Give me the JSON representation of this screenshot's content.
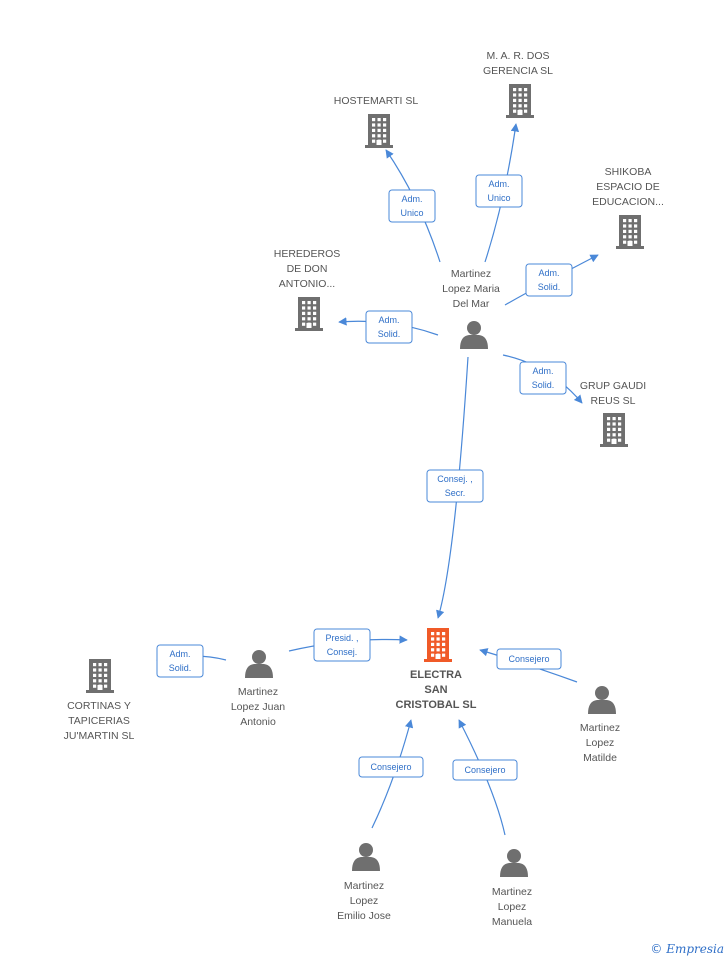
{
  "colors": {
    "edge": "#4a88d8",
    "node_gray": "#6f6f6f",
    "main_node": "#f05a28",
    "text": "#555555"
  },
  "nodes": [
    {
      "id": "electra",
      "type": "company-main",
      "lines": [
        "ELECTRA",
        "SAN",
        "CRISTOBAL SL"
      ]
    },
    {
      "id": "mar",
      "type": "person",
      "lines": [
        "Martinez",
        "Lopez Maria",
        "Del Mar"
      ]
    },
    {
      "id": "hostemarti",
      "type": "company",
      "lines": [
        "HOSTEMARTI  SL"
      ]
    },
    {
      "id": "mardos",
      "type": "company",
      "lines": [
        "M.  A. R. DOS",
        "GERENCIA SL"
      ]
    },
    {
      "id": "shikoba",
      "type": "company",
      "lines": [
        "SHIKOBA",
        "ESPACIO DE",
        "EDUCACION..."
      ]
    },
    {
      "id": "herederos",
      "type": "company",
      "lines": [
        "HEREDEROS",
        "DE DON",
        "ANTONIO..."
      ]
    },
    {
      "id": "grup",
      "type": "company",
      "lines": [
        "GRUP GAUDI",
        "REUS SL"
      ]
    },
    {
      "id": "juan",
      "type": "person",
      "lines": [
        "Martinez",
        "Lopez Juan",
        "Antonio"
      ]
    },
    {
      "id": "cortinas",
      "type": "company",
      "lines": [
        "CORTINAS Y",
        "TAPICERIAS",
        "JU'MARTIN SL"
      ]
    },
    {
      "id": "matilde",
      "type": "person",
      "lines": [
        "Martinez",
        "Lopez",
        "Matilde"
      ]
    },
    {
      "id": "emilio",
      "type": "person",
      "lines": [
        "Martinez",
        "Lopez",
        "Emilio Jose"
      ]
    },
    {
      "id": "manuela",
      "type": "person",
      "lines": [
        "Martinez",
        "Lopez",
        "Manuela"
      ]
    }
  ],
  "edges": [
    {
      "from": "mar",
      "to": "hostemarti",
      "lines": [
        "Adm.",
        "Unico"
      ]
    },
    {
      "from": "mar",
      "to": "mardos",
      "lines": [
        "Adm.",
        "Unico"
      ]
    },
    {
      "from": "mar",
      "to": "shikoba",
      "lines": [
        "Adm.",
        "Solid."
      ]
    },
    {
      "from": "mar",
      "to": "herederos",
      "lines": [
        "Adm.",
        "Solid."
      ]
    },
    {
      "from": "mar",
      "to": "grup",
      "lines": [
        "Adm.",
        "Solid."
      ]
    },
    {
      "from": "mar",
      "to": "electra",
      "lines": [
        "Consej. ,",
        "Secr."
      ]
    },
    {
      "from": "juan",
      "to": "electra",
      "lines": [
        "Presid. ,",
        "Consej."
      ]
    },
    {
      "from": "juan",
      "to": "cortinas",
      "lines": [
        "Adm.",
        "Solid."
      ]
    },
    {
      "from": "matilde",
      "to": "electra",
      "lines": [
        "Consejero"
      ]
    },
    {
      "from": "emilio",
      "to": "electra",
      "lines": [
        "Consejero"
      ]
    },
    {
      "from": "manuela",
      "to": "electra",
      "lines": [
        "Consejero"
      ]
    }
  ],
  "footer": {
    "copyright": "©",
    "brand": "Empresia"
  }
}
